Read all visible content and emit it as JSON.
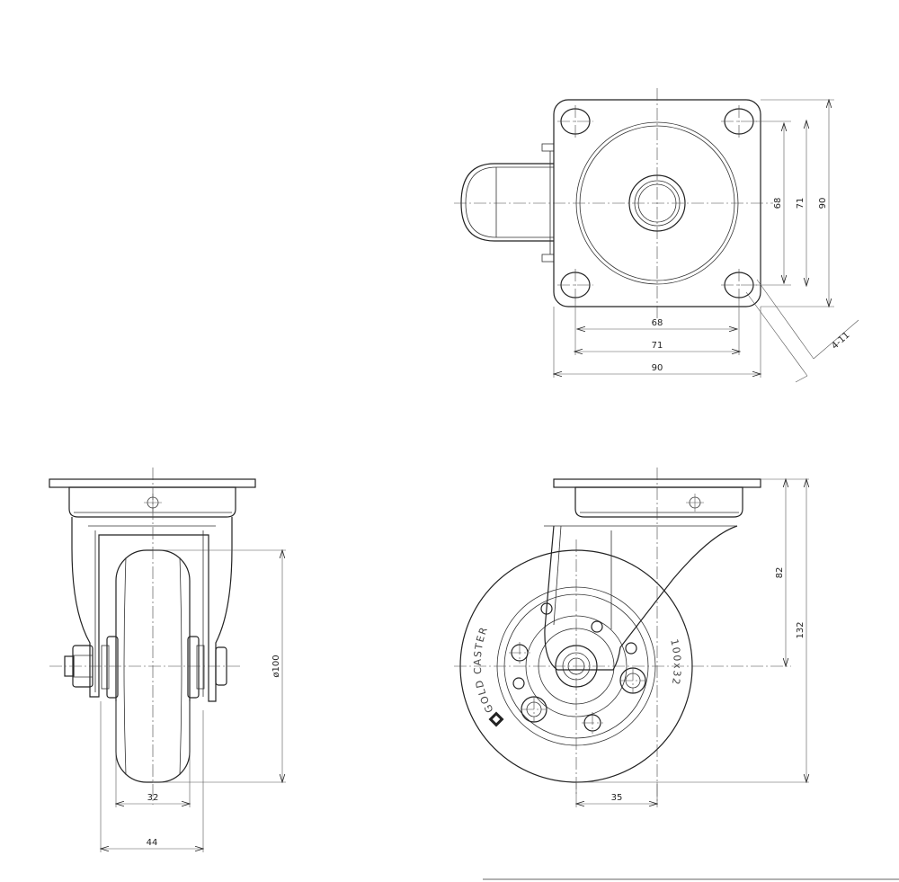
{
  "top_view": {
    "dims": {
      "hole_pitch_x": "68",
      "mount_width_x": "71",
      "plate_width_x": "90",
      "hole_pitch_y": "68",
      "mount_width_y": "71",
      "plate_width_y": "90",
      "bolt_holes": "4-11"
    }
  },
  "side_view": {
    "dims": {
      "wheel_diameter": "ø100",
      "tread_width": "32",
      "overall_width": "44"
    }
  },
  "front_view": {
    "wheel_text_brand": "GOLD CASTER",
    "wheel_text_size": "100x32",
    "dims": {
      "offset": "35",
      "axle_height": "82",
      "overall_height": "132"
    }
  }
}
